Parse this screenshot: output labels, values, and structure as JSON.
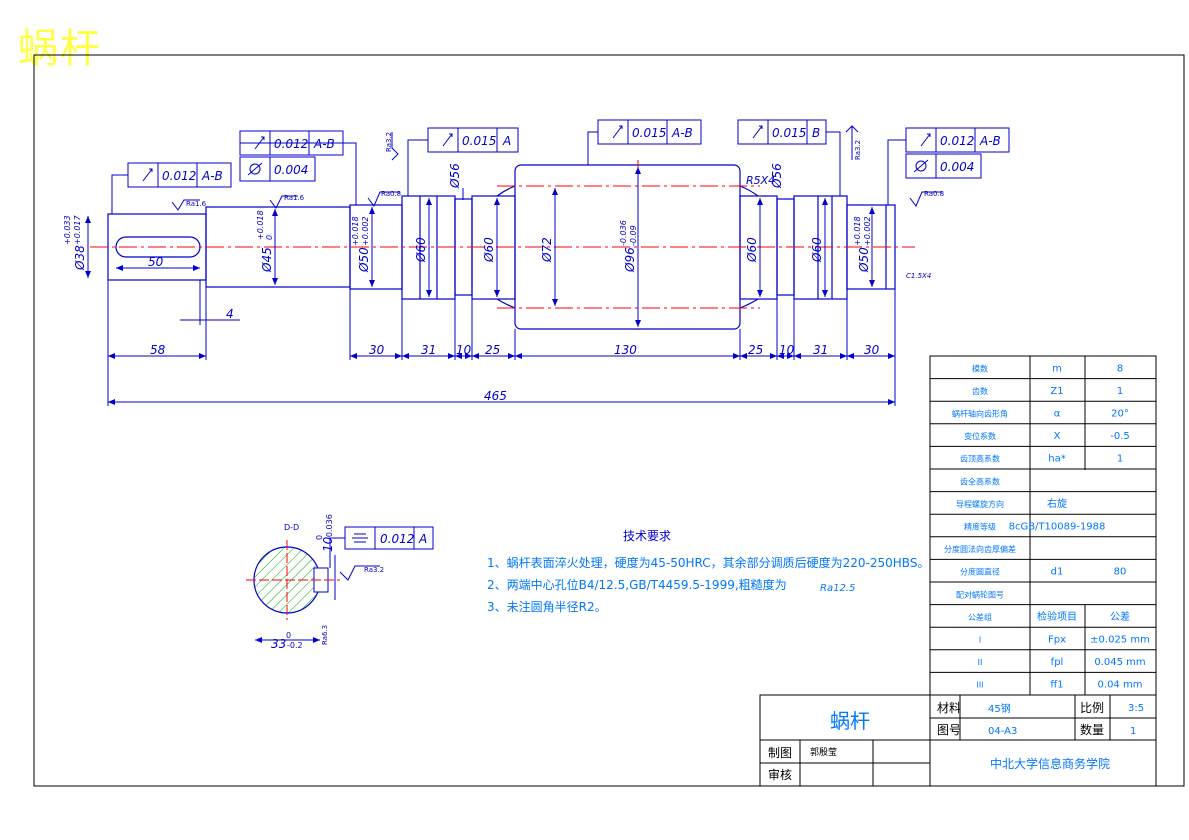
{
  "title": "蜗杆",
  "dimensions": {
    "d_fillet": "Ø38",
    "d_fillet_tol_upper": "+0.033",
    "d_fillet_tol_lower": "+0.017",
    "keyway_len": "50",
    "key_offset": "4",
    "d45": "Ø45",
    "d45_tol": "+0.018",
    "d45_tol2": "0",
    "d50_left": "Ø50",
    "d50_tol1": "+0.018",
    "d50_tol2": "+0.002",
    "d56_left": "Ø56",
    "d56_right": "Ø56",
    "d60_1": "Ø60",
    "d60_2": "Ø60",
    "d72": "Ø72",
    "d96": "Ø96",
    "d96_tol1": "-0.036",
    "d96_tol2": "-0.09",
    "d60_3": "Ø60",
    "d60_4": "Ø60",
    "d50_right": "Ø50",
    "d50r_tol1": "+0.018",
    "d50r_tol2": "+0.002",
    "r5x4": "R5X4",
    "chamfer": "C1.5X4",
    "len": [
      "58",
      "30",
      "31",
      "10",
      "25",
      "130",
      "25",
      "10",
      "31",
      "30"
    ],
    "total": "465"
  },
  "callouts": {
    "c1": {
      "value": "0.012",
      "ref": "A-B"
    },
    "c2": {
      "value": "0.012",
      "ref": "A-B"
    },
    "c2b": {
      "value": "0.004"
    },
    "c3": {
      "value": "0.015",
      "ref": "A"
    },
    "c4": {
      "value": "0.015",
      "ref": "A-B"
    },
    "c5": {
      "value": "0.015",
      "ref": "B"
    },
    "c6": {
      "value": "0.012",
      "ref": "A-B"
    },
    "c6b": {
      "value": "0.004"
    },
    "c7": {
      "value": "0.012",
      "ref": "A"
    }
  },
  "roughness": {
    "r1": "Ra1.6",
    "r2": "Ra1.6",
    "r3": "Ra3.2",
    "r4": "Ra0.8",
    "r5": "Ra3.2",
    "r6": "Ra0.8",
    "r7": "Ra3.2"
  },
  "section": {
    "label": "D-D",
    "width": "33",
    "width_tol": "0",
    "width_tol2": "-0.2",
    "depth": "10",
    "depth_tol1": "0",
    "depth_tol2": "-0.036",
    "ra": "Ra3.2",
    "ra2": "Ra6.3",
    "d_label": "D",
    "datum_a": "A"
  },
  "notes": {
    "heading": "技术要求",
    "line1": "1、蜗杆表面淬火处理，硬度为45-50HRC，其余部分调质后硬度为220-250HBS。",
    "line2": "2、两端中心孔位B4/12.5,GB/T4459.5-1999,粗糙度为",
    "line2_ra": "Ra12.5",
    "line3": "3、未注圆角半径R2。"
  },
  "param_table": {
    "rows": [
      [
        "模数",
        "m",
        "8"
      ],
      [
        "齿数",
        "Z1",
        "1"
      ],
      [
        "蜗杆轴向齿形角",
        "α",
        "20°"
      ],
      [
        "变位系数",
        "X",
        "-0.5"
      ],
      [
        "齿顶高系数",
        "ha*",
        "1"
      ],
      [
        "齿全高系数",
        "",
        ""
      ],
      [
        "导程螺旋方向",
        "右旋",
        ""
      ],
      [
        "精度等级",
        "8cGB/T10089-1988",
        ""
      ],
      [
        "分度圆法向齿厚偏差",
        "",
        ""
      ],
      [
        "分度圆直径",
        "d1",
        "80"
      ],
      [
        "配对蜗轮图号",
        "",
        ""
      ],
      [
        "公差组",
        "检验项目",
        "公差"
      ],
      [
        "I",
        "Fpx",
        "±0.025 mm"
      ],
      [
        "II",
        "fpl",
        "0.045 mm"
      ],
      [
        "III",
        "ff1",
        "0.04 mm"
      ]
    ]
  },
  "title_block": {
    "part_name": "蜗杆",
    "material_label": "材料",
    "material": "45钢",
    "scale_label": "比例",
    "scale": "3:5",
    "drawing_no_label": "图号",
    "drawing_no": "04-A3",
    "qty_label": "数量",
    "qty": "1",
    "drawn_label": "制图",
    "drawn_by": "郭殷莹",
    "check_label": "审核",
    "school": "中北大学信息商务学院"
  },
  "colors": {
    "line": "#0000cc",
    "center": "#ff0000",
    "hatch": "#00aa00",
    "title": "#ffff44"
  }
}
